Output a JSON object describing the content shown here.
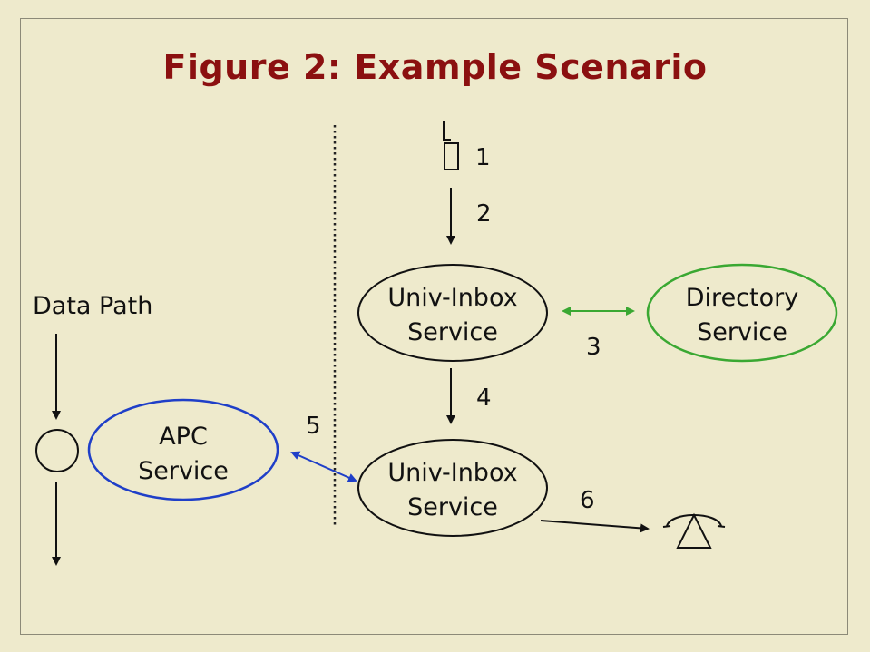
{
  "title": "Figure 2: Example Scenario",
  "data_path_label": "Data Path",
  "nodes": {
    "univ_inbox_top": [
      "Univ-Inbox",
      "Service"
    ],
    "directory": [
      "Directory",
      "Service"
    ],
    "apc": [
      "APC",
      "Service"
    ],
    "univ_inbox_bottom": [
      "Univ-Inbox",
      "Service"
    ]
  },
  "steps": [
    "1",
    "2",
    "3",
    "4",
    "5",
    "6"
  ],
  "colors": {
    "title": "#8b1010",
    "background": "#eeeacc",
    "directory_outline": "#3aa832",
    "apc_outline": "#1f3fc8",
    "black": "#111111"
  }
}
